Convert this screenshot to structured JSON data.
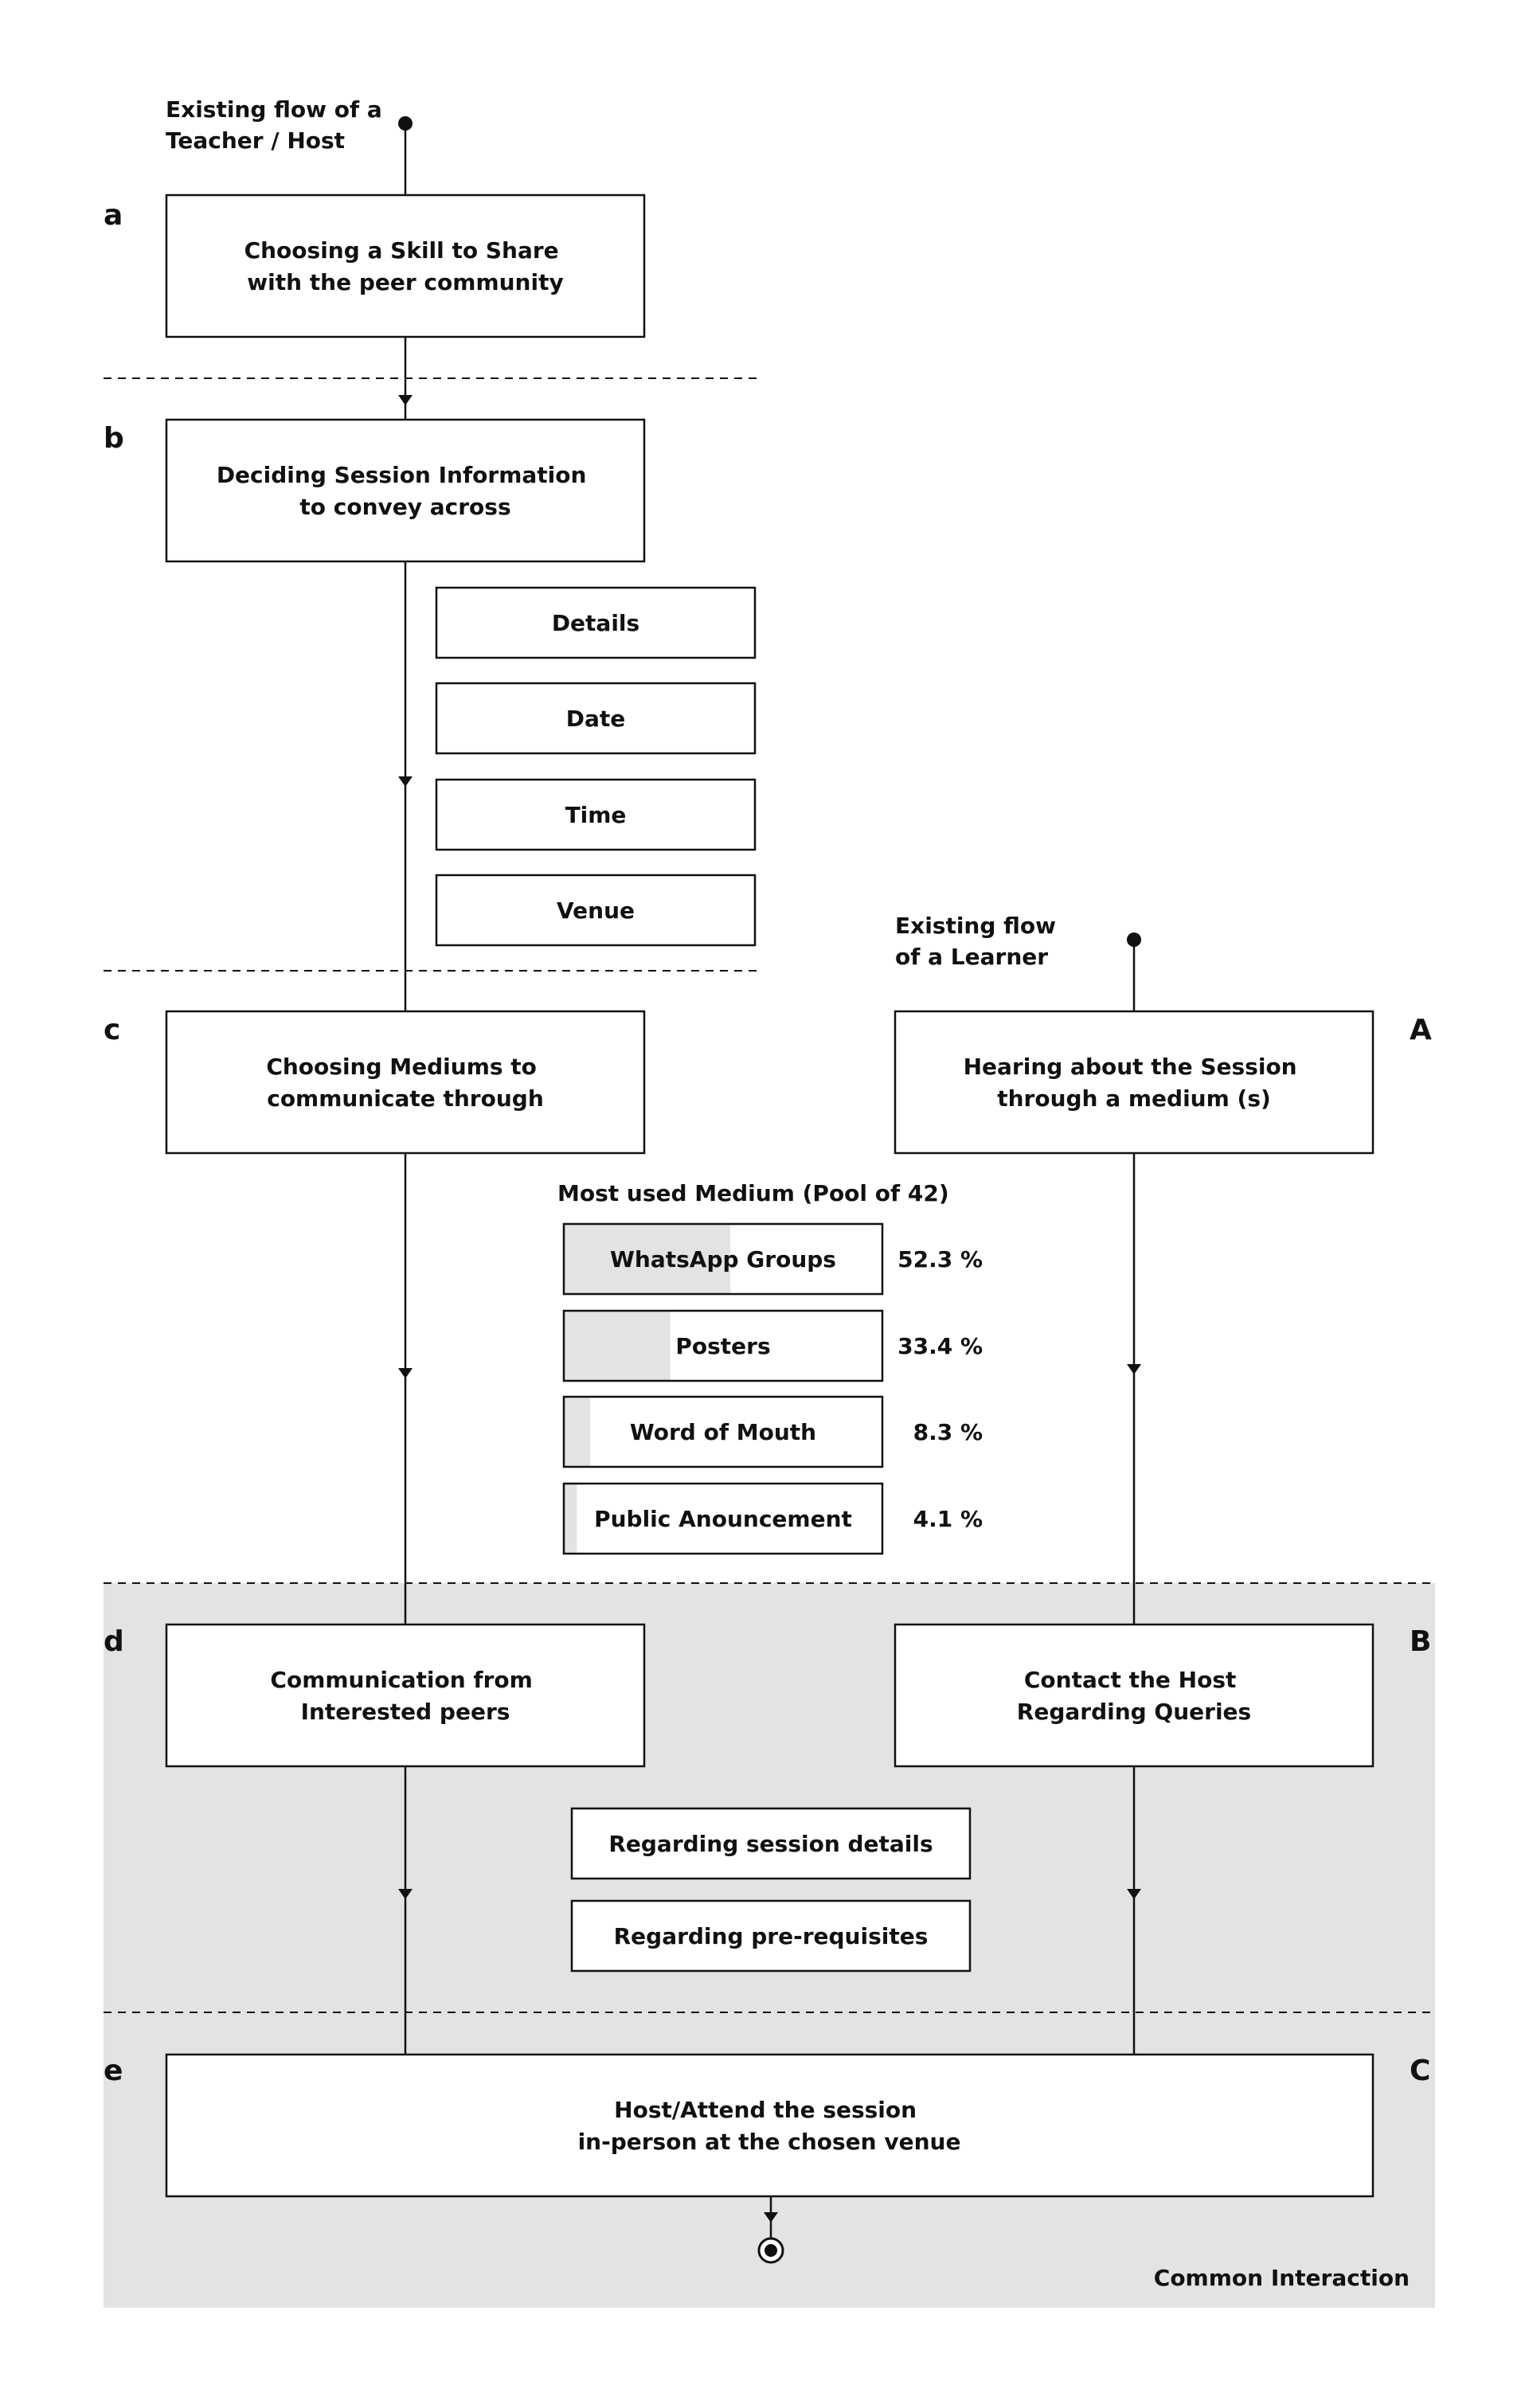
{
  "flows": {
    "teacher_title": [
      "Existing flow of a",
      "Teacher / Host"
    ],
    "learner_title": [
      "Existing flow",
      "of a Learner"
    ]
  },
  "steps": {
    "a": {
      "letter": "a",
      "lines": [
        "Choosing a Skill to Share",
        "with the peer community"
      ]
    },
    "b": {
      "letter": "b",
      "lines": [
        "Deciding Session Information",
        "to convey across"
      ]
    },
    "c": {
      "letter": "c",
      "lines": [
        "Choosing Mediums to",
        "communicate through"
      ]
    },
    "d": {
      "letter": "d",
      "lines": [
        "Communication from",
        "Interested peers"
      ]
    },
    "e": {
      "letter": "e",
      "lines": [
        "Host/Attend the session",
        "in-person at the chosen venue"
      ]
    },
    "A": {
      "letter": "A",
      "lines": [
        "Hearing about the Session",
        "through a medium (s)"
      ]
    },
    "B": {
      "letter": "B",
      "lines": [
        "Contact the Host",
        "Regarding Queries"
      ]
    },
    "C": {
      "letter": "C"
    }
  },
  "session_info": [
    "Details",
    "Date",
    "Time",
    "Venue"
  ],
  "mediums": {
    "title": "Most used Medium (Pool of 42)",
    "items": [
      {
        "label": "WhatsApp Groups",
        "value": 52.3,
        "value_label": "52.3 %"
      },
      {
        "label": "Posters",
        "value": 33.4,
        "value_label": "33.4 %"
      },
      {
        "label": "Word of Mouth",
        "value": 8.3,
        "value_label": "8.3 %"
      },
      {
        "label": "Public Anouncement",
        "value": 4.1,
        "value_label": "4.1 %"
      }
    ]
  },
  "queries": [
    "Regarding session details",
    "Regarding pre-requisites"
  ],
  "common_interaction_label": "Common Interaction",
  "colors": {
    "common_region": "#e3e3e3",
    "bar_fill": "#e3e3e3",
    "stroke": "#111111"
  }
}
